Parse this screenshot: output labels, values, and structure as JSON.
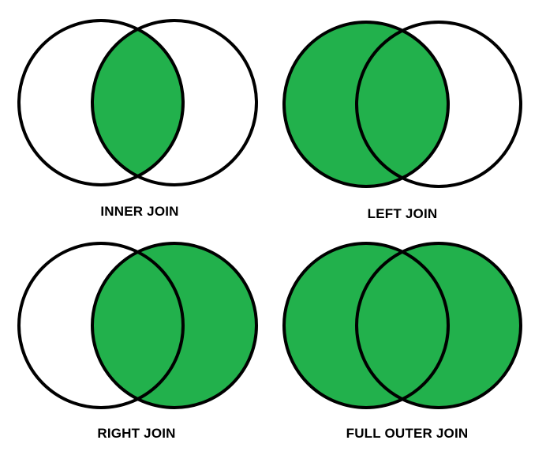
{
  "diagrams": [
    {
      "id": "inner",
      "label": "INNER JOIN",
      "fill": "intersection"
    },
    {
      "id": "left",
      "label": "LEFT JOIN",
      "fill": "left"
    },
    {
      "id": "right",
      "label": "RIGHT JOIN",
      "fill": "right"
    },
    {
      "id": "full",
      "label": "FULL OUTER JOIN",
      "fill": "both"
    }
  ],
  "colors": {
    "fill": "#22b14c",
    "stroke": "#000000",
    "background": "#ffffff"
  }
}
